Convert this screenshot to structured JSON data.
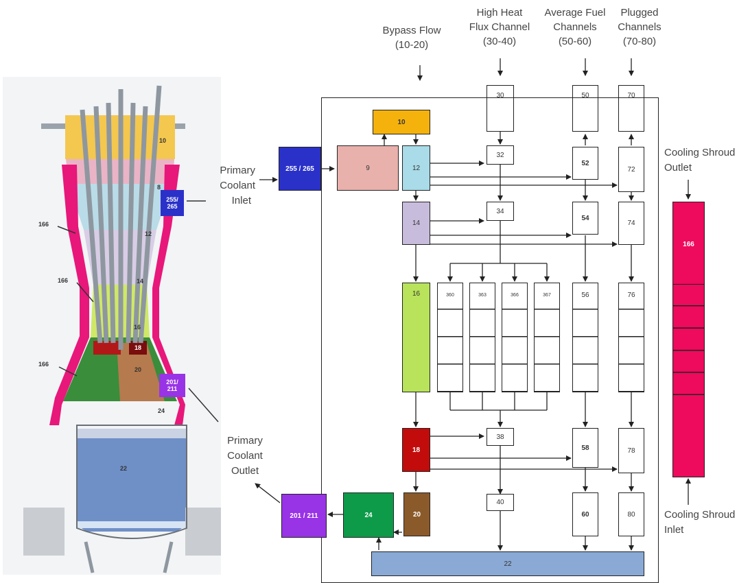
{
  "column_headers": {
    "bypass": [
      "Bypass Flow",
      "(10-20)"
    ],
    "high_heat": [
      "High Heat",
      "Flux Channel",
      "(30-40)"
    ],
    "average": [
      "Average Fuel",
      "Channels",
      "(50-60)"
    ],
    "plugged": [
      "Plugged",
      "Channels",
      "(70-80)"
    ]
  },
  "side_labels": {
    "primary_inlet": [
      "Primary",
      "Coolant",
      "Inlet"
    ],
    "primary_outlet": [
      "Primary",
      "Coolant",
      "Outlet"
    ],
    "shroud_outlet": [
      "Cooling Shroud",
      "Outlet"
    ],
    "shroud_inlet": [
      "Cooling Shroud",
      "Inlet"
    ]
  },
  "nodes": {
    "n10": "10",
    "n9": "9",
    "n12": "12",
    "n14": "14",
    "n16": "16",
    "n18": "18",
    "n20": "20",
    "n22": "22",
    "n24": "24",
    "n255": "255 / 265",
    "n201": "201 / 211",
    "n30": "30",
    "n32": "32",
    "n34": "34",
    "n38": "38",
    "n40": "40",
    "n360": "360",
    "n363": "363",
    "n366": "366",
    "n367": "367",
    "n50": "50",
    "n52": "52",
    "n54": "54",
    "n56": "56",
    "n58": "58",
    "n60": "60",
    "n70": "70",
    "n72": "72",
    "n74": "74",
    "n76": "76",
    "n78": "78",
    "n80": "80",
    "n166": "166"
  },
  "cutaway_labels": {
    "l10": "10",
    "l8": "8",
    "l255": "255/ 265",
    "l12": "12",
    "l14": "14",
    "l16": "16",
    "l18": "18",
    "l20": "20",
    "l201": "201/ 211",
    "l24": "24",
    "l22": "22",
    "l166a": "166",
    "l166b": "166",
    "l166c": "166"
  },
  "colors": {
    "n10": "#f5b20d",
    "n9": "#e8b1ac",
    "n12": "#a9dbe8",
    "n14": "#c8bcdc",
    "n16": "#b8e35a",
    "n18": "#c20c0c",
    "n20": "#8b5a2b",
    "n22": "#8aa9d4",
    "n24": "#0d9b4a",
    "n255": "#2a31c9",
    "n201": "#9933e6",
    "n166": "#ee0a5c"
  }
}
